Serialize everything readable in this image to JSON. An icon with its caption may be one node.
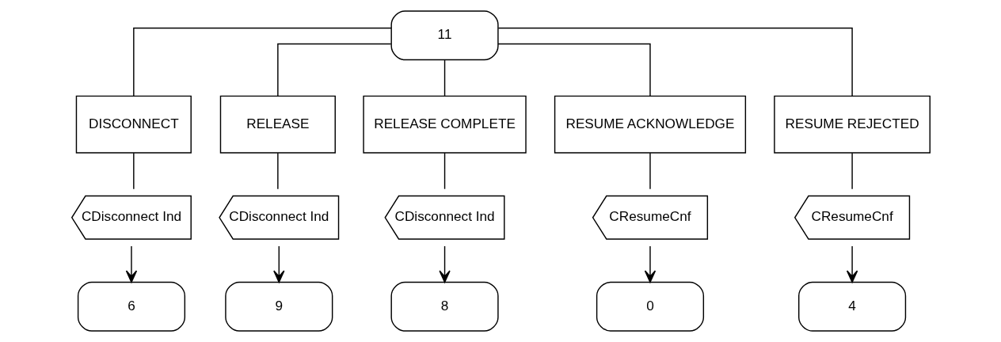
{
  "diagram": {
    "nodes": [
      {
        "text": [
          "11"
        ]
      },
      {
        "text": [
          "DISCONNECT"
        ]
      },
      {
        "text": [
          "RELEASE"
        ]
      },
      {
        "text": [
          "RELEASE COMPLETE"
        ]
      },
      {
        "text": [
          "RESUME ACKNOWLEDGE"
        ]
      },
      {
        "text": [
          "RESUME REJECTED"
        ]
      },
      {
        "text": [
          "CDisconnect Ind"
        ]
      },
      {
        "text": [
          "CDisconnect Ind"
        ]
      },
      {
        "text": [
          "CDisconnect Ind"
        ]
      },
      {
        "text": [
          "CResumeCnf"
        ]
      },
      {
        "text": [
          "CResumeCnf"
        ]
      },
      {
        "text": [
          "6"
        ]
      },
      {
        "text": [
          "9"
        ]
      },
      {
        "text": [
          "8"
        ]
      },
      {
        "text": [
          "0"
        ]
      },
      {
        "text": [
          "4"
        ]
      }
    ],
    "edges": [
      {
        "from": 0,
        "to": 1,
        "arrow": "none"
      },
      {
        "from": 0,
        "to": 2,
        "arrow": "none"
      },
      {
        "from": 0,
        "to": 3,
        "arrow": "none"
      },
      {
        "from": 0,
        "to": 4,
        "arrow": "none"
      },
      {
        "from": 0,
        "to": 5,
        "arrow": "none"
      },
      {
        "from": 1,
        "to": 6,
        "arrow": "none"
      },
      {
        "from": 2,
        "to": 7,
        "arrow": "none"
      },
      {
        "from": 3,
        "to": 8,
        "arrow": "none"
      },
      {
        "from": 4,
        "to": 9,
        "arrow": "none"
      },
      {
        "from": 5,
        "to": 10,
        "arrow": "none"
      },
      {
        "from": 6,
        "to": 11,
        "arrow": "to"
      },
      {
        "from": 7,
        "to": 12,
        "arrow": "to"
      },
      {
        "from": 8,
        "to": 13,
        "arrow": "to"
      },
      {
        "from": 9,
        "to": 14,
        "arrow": "to"
      },
      {
        "from": 10,
        "to": 15,
        "arrow": "to"
      }
    ]
  }
}
